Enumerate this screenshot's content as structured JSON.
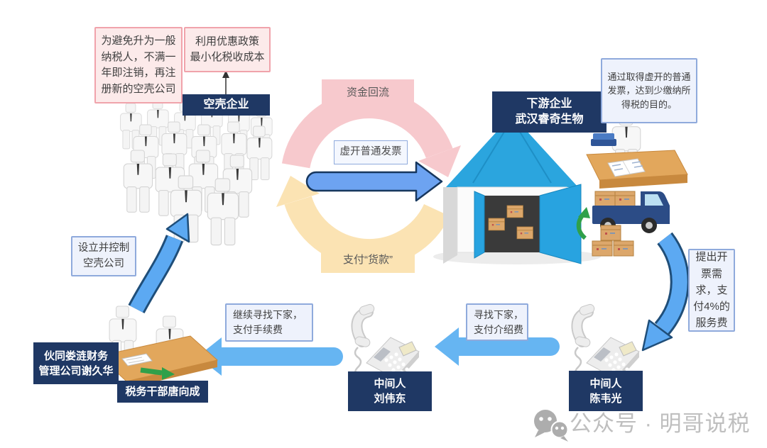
{
  "colors": {
    "navy": "#1F3864",
    "callout_blue_bg": "#EEF2FC",
    "callout_blue_border": "#8FAADC",
    "callout_pink_bg": "#FCEAEA",
    "callout_pink_border": "#F0A3AB",
    "arc_pink": "#F7C9CD",
    "arc_yellow": "#FBE3B3",
    "arrow_blue": "#6DA3F1",
    "arrow_blue_outline": "#1F4E79",
    "arrow_light_blue": "#66B5F2",
    "roof_blue": "#2BA5DE",
    "desk_tan": "#E2A75C",
    "carton_tan": "#DCA76B",
    "truck_navy": "#2C4C86",
    "green_arrow": "#2FA04A",
    "watermark_gray": "#BFBFBF"
  },
  "shell": {
    "note_left": "为避免升为一般\n纳税人，不满一\n年即注销，再注\n册新的空壳公司",
    "note_right": "利用优惠政策\n最小化税收成本",
    "label": "空壳企业",
    "setup_note": "设立并控制\n空壳公司"
  },
  "cycle": {
    "top": "资金回流",
    "middle": "虚开普通发票",
    "bottom": "支付“货款”"
  },
  "downstream": {
    "label": "下游企业\n武汉睿奇生物",
    "note": "通过取得虚开的普通\n发票，达到少缴纳所\n得税的目的。",
    "demand_note": "提出开\n票需\n求，支\n付4%的\n服务费"
  },
  "middlemen": {
    "right_label": "中间人\n陈韦光",
    "right_flow": "寻找下家，\n支付介绍费",
    "middle_label": "中间人\n刘伟东",
    "middle_flow": "继续寻找下家，\n支付手续费"
  },
  "officials": {
    "tax_cadre": "税务干部唐向成",
    "accomplice": "伙同娄涟财务\n管理公司谢久华"
  },
  "watermark": {
    "icon": "wechat-icon",
    "text": "公众号 · 明哥说税"
  }
}
